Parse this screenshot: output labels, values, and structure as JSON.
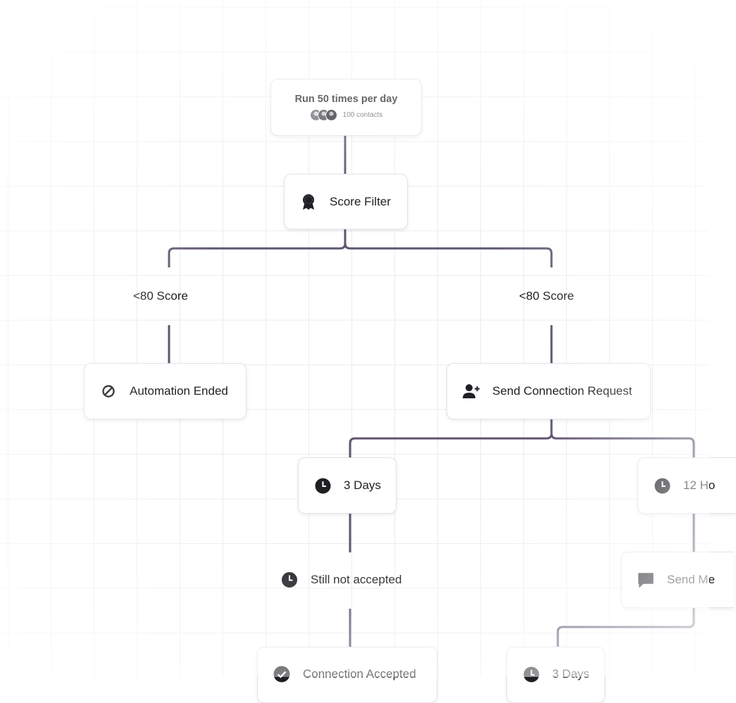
{
  "colors": {
    "connector": "#5f5470",
    "grid": "#ececef",
    "icon": "#1f1f24"
  },
  "trigger": {
    "title": "Run 50 times per day",
    "contacts": "100 contacts"
  },
  "nodes": {
    "score_filter": {
      "label": "Score Filter",
      "icon": "badge-icon"
    },
    "automation_ended": {
      "label": "Automation Ended",
      "icon": "ban-icon"
    },
    "send_connection": {
      "label": "Send Connection Request",
      "icon": "user-plus-icon"
    },
    "delay_3_days": {
      "label": "3 Days",
      "icon": "clock-icon"
    },
    "delay_12_hours": {
      "label": "12 Ho",
      "icon": "clock-icon"
    },
    "send_message": {
      "label": "Send Me",
      "icon": "message-icon"
    },
    "connection_accepted": {
      "label": "Connection Accepted",
      "icon": "check-circle-icon"
    },
    "delay_3_days_2": {
      "label": "3 Days",
      "icon": "clock-icon"
    }
  },
  "branches": {
    "left_score": "<80 Score",
    "right_score": "<80 Score",
    "still_not_accepted": "Still not accepted"
  }
}
